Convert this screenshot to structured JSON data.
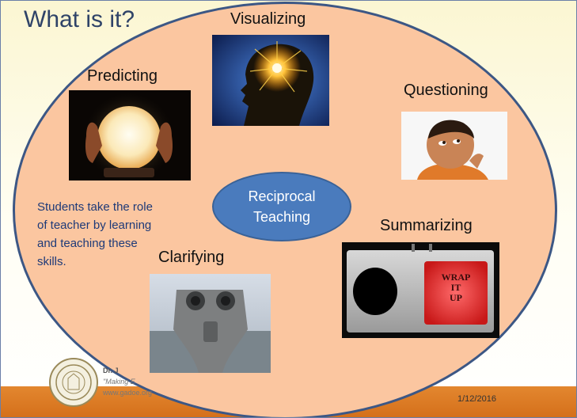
{
  "slide": {
    "title": "What is it?",
    "center": {
      "line1": "Reciprocal",
      "line2": "Teaching"
    },
    "description": "Students take the role of teacher by learning and teaching these skills.",
    "skills": {
      "visualizing": "Visualizing",
      "predicting": "Predicting",
      "questioning": "Questioning",
      "summarizing": "Summarizing",
      "clarifying": "Clarifying"
    },
    "wrap_sign": {
      "line1": "WRAP",
      "line2": "IT",
      "line3": "UP"
    },
    "footer": {
      "name": "Dr. J",
      "tagline": "\"Making E",
      "url": "www.gadoe.org",
      "date": "1/12/2016"
    },
    "colors": {
      "title": "#2f4368",
      "oval_fill": "#fbc6a0",
      "oval_border": "#3c5785",
      "center_fill": "#4a7bbd",
      "description": "#1e3a78",
      "footer_bar": "#e3872f"
    }
  }
}
